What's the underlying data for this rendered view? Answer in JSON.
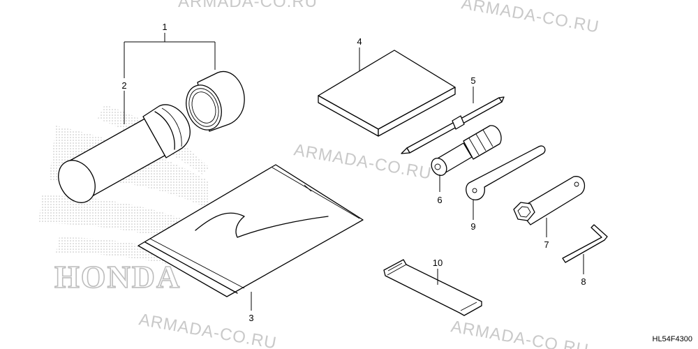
{
  "watermarks": [
    {
      "text": "ARMADA-CO.RU"
    },
    {
      "text": "ARMADA-CO.RU"
    },
    {
      "text": "ARMADA-CO.RU"
    },
    {
      "text": "ARMADA-CO.RU"
    },
    {
      "text": "ARMADA-CO.RU"
    }
  ],
  "brand_logo": {
    "text": "HONDA",
    "color": "#bdbdbd"
  },
  "diagram_code": "HL54F4300",
  "callouts": [
    "1",
    "2",
    "3",
    "4",
    "5",
    "6",
    "7",
    "8",
    "9",
    "10"
  ],
  "colors": {
    "line": "#000000",
    "watermark": "#c9c9c9",
    "logo": "#bdbdbd"
  }
}
